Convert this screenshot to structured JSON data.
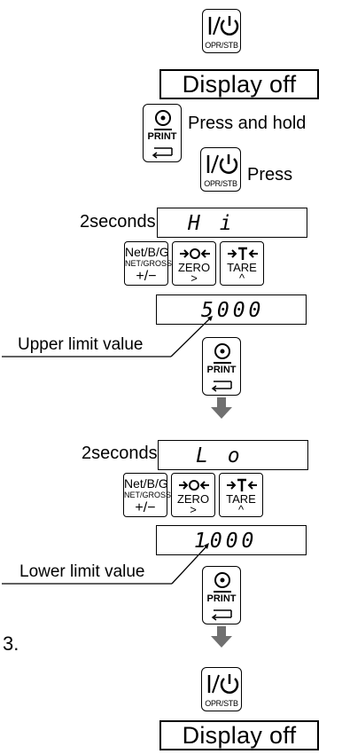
{
  "keys": {
    "opr_label": "OPR/STB",
    "print_label": "PRINT",
    "netbg_line1": "Net/B/G",
    "netbg_line2": "NET/GROSS",
    "netbg_line3": "+/−",
    "zero_label": "ZERO",
    "zero_sub": ">",
    "tare_label": "TARE",
    "tare_sub": "^"
  },
  "display_off": "Display off",
  "press_and_hold": "Press and hold",
  "press": "Press",
  "two_seconds": "2seconds",
  "display_hi": "H i",
  "display_upper": "5000",
  "upper_limit_label": "Upper limit value",
  "display_lo": "L o",
  "display_lower": "1000",
  "lower_limit_label": "Lower limit value",
  "step_number": "3."
}
